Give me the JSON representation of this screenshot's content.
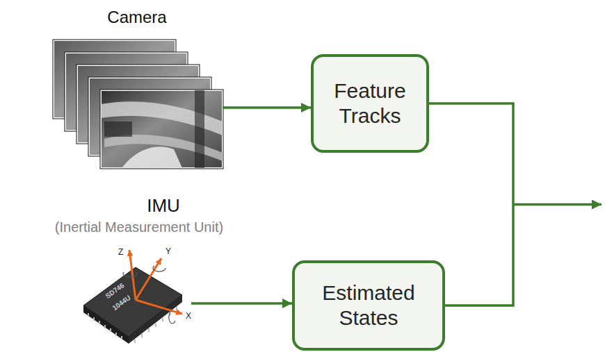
{
  "diagram": {
    "nodes": [
      {
        "text": [
          "Camera"
        ]
      },
      {
        "text": [
          "Feature Tracks"
        ]
      },
      {
        "text": [
          "IMU",
          "(Inertial Measurement Unit)"
        ]
      },
      {
        "text": [
          "Estimated States"
        ]
      }
    ],
    "edges": [
      {
        "from": 0,
        "to": 1,
        "arrow": "to"
      },
      {
        "from": 2,
        "to": 3,
        "arrow": "to"
      }
    ],
    "labels": [
      "SD746",
      "1044U",
      "Z",
      "Y",
      "X"
    ]
  }
}
